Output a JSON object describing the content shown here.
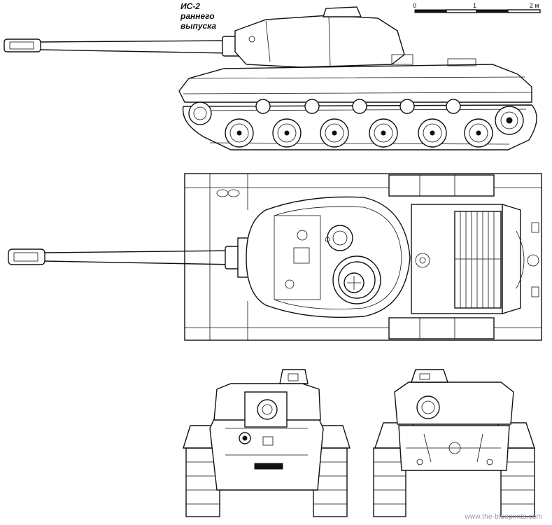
{
  "title": {
    "line1": "ИС-2",
    "line2": "раннего",
    "line3": "выпуска"
  },
  "scale": {
    "label_0": "0",
    "label_1": "1",
    "label_2": "2 м"
  },
  "watermark": "www.the-blueprints.com",
  "colors": {
    "ink": "#111111",
    "paper": "#ffffff",
    "watermark": "#9a9a9a"
  }
}
